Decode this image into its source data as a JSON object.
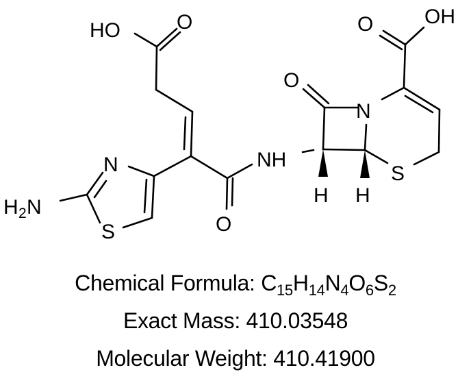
{
  "structure": {
    "atom_labels": {
      "ho_left": "HO",
      "o_left_carbonyl": "O",
      "n_thiazole": "N",
      "h2n_h": "H",
      "h2n_sub": "2",
      "h2n_n": "N",
      "s_thiazole": "S",
      "o_amide": "O",
      "nh": "NH",
      "o_lactam": "O",
      "n_lactam": "N",
      "h_c7": "H",
      "h_c6": "H",
      "s_ring": "S",
      "o_right_carbonyl": "O",
      "oh_right": "OH"
    }
  },
  "info": {
    "formula_label": "Chemical Formula: ",
    "formula_parts": [
      {
        "el": "C",
        "n": "15"
      },
      {
        "el": "H",
        "n": "14"
      },
      {
        "el": "N",
        "n": "4"
      },
      {
        "el": "O",
        "n": "6"
      },
      {
        "el": "S",
        "n": "2"
      }
    ],
    "formula": "C15H14N4O6S2",
    "exact_mass_text": "Exact Mass: 410.03548",
    "molecular_weight_text": "Molecular Weight: 410.41900"
  }
}
